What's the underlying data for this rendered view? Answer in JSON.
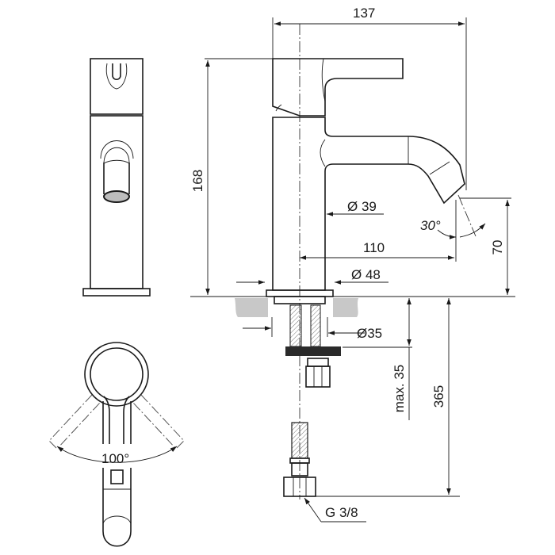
{
  "drawing": {
    "title": "Basin mixer technical drawing",
    "views": [
      "front-view",
      "side-view",
      "top-view"
    ],
    "dimensions": {
      "overall_depth": "137",
      "overall_height": "168",
      "spout_height": "70",
      "spout_reach": "110",
      "spout_angle": "30°",
      "body_diameter": "Ø 39",
      "base_diameter": "Ø 48",
      "hole_diameter": "Ø35",
      "max_deck_thickness": "max. 35",
      "hose_length": "365",
      "connection_thread": "G 3/8",
      "lever_swing": "100°"
    },
    "colors": {
      "line": "#1a1a1a",
      "hatch_gray": "#c8c8c8",
      "background": "#ffffff"
    }
  }
}
